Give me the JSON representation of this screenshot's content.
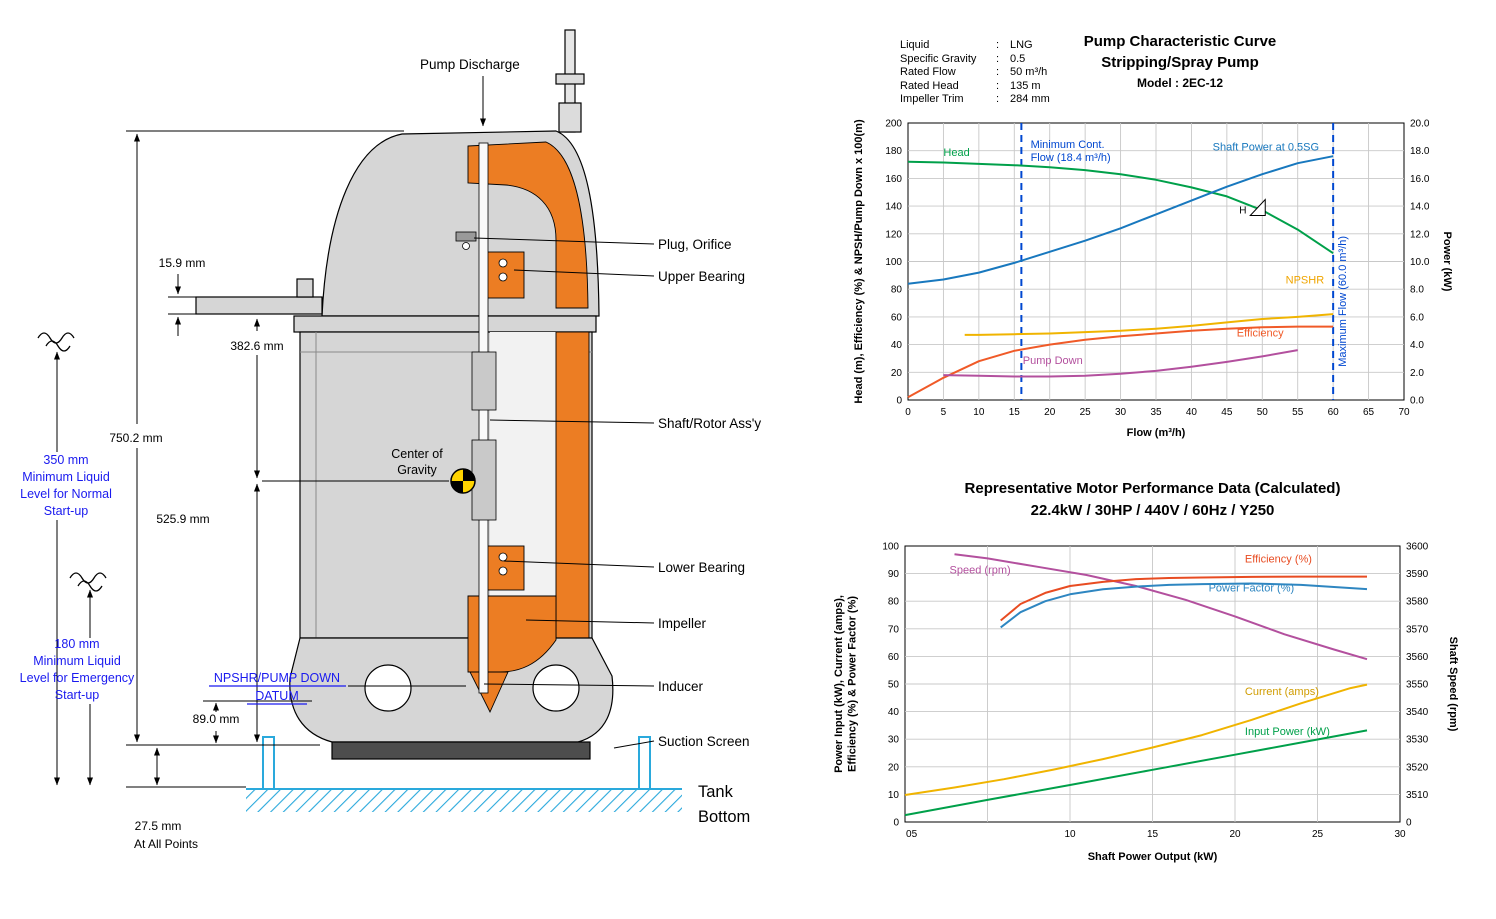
{
  "diagram": {
    "labels": {
      "pump_discharge": "Pump Discharge",
      "plug_orifice": "Plug, Orifice",
      "upper_bearing": "Upper Bearing",
      "shaft_rotor": "Shaft/Rotor Ass'y",
      "lower_bearing": "Lower Bearing",
      "impeller": "Impeller",
      "inducer": "Inducer",
      "suction_screen": "Suction Screen",
      "tank": "Tank",
      "bottom": "Bottom",
      "center_of": "Center of",
      "gravity": "Gravity"
    },
    "dimensions": {
      "plate": "15.9 mm",
      "dome_to_cg": "382.6 mm",
      "overall": "750.2 mm",
      "cg_to_datum": "525.9 mm",
      "inducer_to_datum": "89.0 mm",
      "clearance": "27.5 mm",
      "clearance_note": "At All Points"
    },
    "notes": {
      "normal": [
        "350 mm",
        "Minimum Liquid",
        "Level for Normal",
        "Start-up"
      ],
      "emergency": [
        "180 mm",
        "Minimum Liquid",
        "Level for Emergency",
        "Start-up"
      ],
      "datum_line1": "NPSHR/PUMP DOWN",
      "datum_line2": "DATUM"
    },
    "colors": {
      "body_grey": "#d6d6d6",
      "internals_orange": "#ec7d23",
      "ground_hatch_cyan": "#2aa9dc",
      "note_blue": "#1a1aef",
      "cog_yellow": "#ffd400"
    }
  },
  "chart_data": [
    {
      "id": "pump-curve",
      "type": "line",
      "title": "Pump Characteristic Curve",
      "subtitle": "Stripping/Spray Pump",
      "model": "Model : 2EC-12",
      "colon": ":",
      "info": [
        {
          "label": "Liquid",
          "value": "LNG"
        },
        {
          "label": "Specific Gravity",
          "value": "0.5"
        },
        {
          "label": "Rated Flow",
          "value": "50 m³/h"
        },
        {
          "label": "Rated Head",
          "value": "135 m"
        },
        {
          "label": "Impeller Trim",
          "value": "284 mm"
        }
      ],
      "xlabel": "Flow (m³/h)",
      "ylabel_left": [
        "Head (m), Efficiency (%) & NPSH/Pump Down x 100(m)"
      ],
      "ylabel_right": "Power (kW)",
      "xlim": [
        0,
        70
      ],
      "ylim_left": [
        0,
        200
      ],
      "ylim_right": [
        0,
        20
      ],
      "xticks": [
        0,
        5,
        10,
        15,
        20,
        25,
        30,
        35,
        40,
        45,
        50,
        55,
        60,
        65,
        70
      ],
      "yticks_left": [
        0,
        20,
        40,
        60,
        80,
        100,
        120,
        140,
        160,
        180,
        200
      ],
      "yticks_right": [
        {
          "v": 0,
          "l": "0.0"
        },
        {
          "v": 2,
          "l": "2.0"
        },
        {
          "v": 4,
          "l": "4.0"
        },
        {
          "v": 6,
          "l": "6.0"
        },
        {
          "v": 8,
          "l": "8.0"
        },
        {
          "v": 10,
          "l": "10.0"
        },
        {
          "v": 12,
          "l": "12.0"
        },
        {
          "v": 14,
          "l": "14.0"
        },
        {
          "v": 16,
          "l": "16.0"
        },
        {
          "v": 18,
          "l": "18.0"
        },
        {
          "v": 20,
          "l": "20.0"
        }
      ],
      "grid_x": [
        5,
        10,
        15,
        20,
        25,
        30,
        35,
        40,
        45,
        50,
        55,
        60,
        65
      ],
      "grid_y": [
        20,
        40,
        60,
        80,
        100,
        120,
        140,
        160,
        180
      ],
      "vlines": [
        {
          "x": 16,
          "color": "#0047d0",
          "label": "Minimum Cont. Flow (18.4 m³/h)"
        },
        {
          "x": 60,
          "color": "#0047d0",
          "label": "Maximum Flow (60.0 m³/h)"
        }
      ],
      "series": [
        {
          "name": "Head",
          "color": "#00a04a",
          "axis": "left",
          "x": [
            0,
            5,
            10,
            15,
            20,
            25,
            30,
            35,
            40,
            45,
            50,
            55,
            60
          ],
          "y": [
            172,
            171.5,
            170.5,
            169.5,
            168,
            166,
            163,
            159,
            153.5,
            147,
            137,
            123,
            106
          ]
        },
        {
          "name": "Shaft Power at 0.5SG",
          "color": "#1878be",
          "axis": "right",
          "x": [
            0,
            5,
            10,
            15,
            20,
            25,
            30,
            35,
            40,
            45,
            50,
            55,
            60
          ],
          "y": [
            8.4,
            8.7,
            9.2,
            9.9,
            10.7,
            11.5,
            12.4,
            13.4,
            14.4,
            15.4,
            16.3,
            17.1,
            17.6
          ]
        },
        {
          "name": "NPSHR",
          "color": "#f0b400",
          "axis": "left",
          "x": [
            8,
            10,
            15,
            20,
            25,
            30,
            35,
            40,
            45,
            50,
            55,
            60
          ],
          "y": [
            47,
            47,
            47.5,
            48,
            49,
            50,
            51.5,
            53.5,
            56,
            58.5,
            60,
            62
          ]
        },
        {
          "name": "Efficiency",
          "color": "#f05a28",
          "axis": "left",
          "x": [
            0,
            5,
            10,
            15,
            20,
            25,
            30,
            35,
            40,
            45,
            50,
            55,
            60
          ],
          "y": [
            2,
            16,
            28,
            35.5,
            40,
            43.5,
            46,
            48,
            50,
            51.5,
            52.5,
            53,
            53
          ]
        },
        {
          "name": "Pump Down",
          "color": "#b3509e",
          "axis": "left",
          "x": [
            5,
            10,
            15,
            20,
            25,
            30,
            35,
            40,
            45,
            50,
            55
          ],
          "y": [
            18,
            17.5,
            17,
            17,
            17.5,
            19,
            21,
            24,
            27.5,
            31.5,
            36
          ]
        }
      ],
      "annotations": [
        {
          "text": "Head",
          "x": 5,
          "y": 176,
          "color": "#00a04a"
        },
        {
          "lines": [
            "Minimum Cont.",
            "Flow (18.4 m³/h)"
          ],
          "x": 17.3,
          "y": 182,
          "color": "#0047d0"
        },
        {
          "text": "Shaft Power at 0.5SG",
          "x": 43,
          "y": 180,
          "color": "#1878be"
        },
        {
          "text": "NPSHR",
          "x": 53.3,
          "y": 84,
          "color": "#f0a500"
        },
        {
          "text": "Efficiency",
          "x": 46.4,
          "y": 46,
          "color": "#f05a28"
        },
        {
          "text": "Pump Down",
          "x": 16.2,
          "y": 26,
          "color": "#b3509e"
        },
        {
          "text": "Maximum Flow (60.0 m³/h)",
          "x": 61.8,
          "y": 24,
          "color": "#0047d0",
          "rotate": -90
        }
      ],
      "flags": [
        {
          "x": 48.3,
          "y": 139,
          "label": "H"
        }
      ]
    },
    {
      "id": "motor-performance",
      "type": "line",
      "title": "Representative Motor Performance Data (Calculated)",
      "subtitle": "22.4kW / 30HP / 440V / 60Hz / Y250",
      "xlabel": "Shaft Power Output (kW)",
      "ylabel_left": [
        "Power Input (kW), Current (amps),",
        "Efficiency (%) & Power Factor (%)"
      ],
      "ylabel_right": "Shaft Speed (rpm)",
      "xlim": [
        0,
        30
      ],
      "ylim_left": [
        0,
        100
      ],
      "ylim_right": [
        3500,
        3600
      ],
      "xticks": [
        {
          "v": 0.4,
          "l": "05"
        },
        {
          "v": 10,
          "l": "10"
        },
        {
          "v": 15,
          "l": "15"
        },
        {
          "v": 20,
          "l": "20"
        },
        {
          "v": 25,
          "l": "25"
        },
        {
          "v": 30,
          "l": "30"
        }
      ],
      "yticks_left": [
        0,
        10,
        20,
        30,
        40,
        50,
        60,
        70,
        80,
        90,
        100
      ],
      "yticks_right": [
        {
          "v": 3500,
          "l": "0"
        },
        {
          "v": 3510,
          "l": "3510"
        },
        {
          "v": 3520,
          "l": "3520"
        },
        {
          "v": 3530,
          "l": "3530"
        },
        {
          "v": 3540,
          "l": "3540"
        },
        {
          "v": 3550,
          "l": "3550"
        },
        {
          "v": 3560,
          "l": "3560"
        },
        {
          "v": 3570,
          "l": "3570"
        },
        {
          "v": 3580,
          "l": "3580"
        },
        {
          "v": 3590,
          "l": "3590"
        },
        {
          "v": 3600,
          "l": "3600"
        }
      ],
      "grid_x": [
        5,
        10,
        15,
        20,
        25
      ],
      "grid_y": [
        10,
        20,
        30,
        40,
        50,
        60,
        70,
        80,
        90
      ],
      "series": [
        {
          "name": "Speed (rpm)",
          "color": "#b3509e",
          "axis": "right",
          "x": [
            3,
            5,
            8,
            11,
            14,
            17,
            20,
            23,
            26,
            28
          ],
          "y": [
            3597,
            3595.5,
            3592.5,
            3589.5,
            3585.5,
            3580.5,
            3574.5,
            3568,
            3562.5,
            3559
          ]
        },
        {
          "name": "Efficiency (%)",
          "color": "#e84c22",
          "axis": "left",
          "x": [
            5.8,
            7,
            8.5,
            10,
            12,
            14,
            16,
            18,
            21,
            24,
            28
          ],
          "y": [
            73,
            79,
            83,
            85.5,
            87,
            88,
            88.4,
            88.6,
            88.8,
            88.9,
            88.9
          ]
        },
        {
          "name": "Power Factor (%)",
          "color": "#2e86c1",
          "axis": "left",
          "x": [
            5.8,
            7,
            8.5,
            10,
            12,
            14,
            16,
            18,
            21,
            24,
            28
          ],
          "y": [
            70.5,
            76,
            80,
            82.5,
            84.3,
            85.3,
            85.9,
            86.2,
            86.4,
            85.9,
            84.4
          ]
        },
        {
          "name": "Current (amps)",
          "color": "#f0b400",
          "axis": "left",
          "x": [
            0,
            3,
            6,
            9,
            12,
            15,
            18,
            21,
            24,
            27,
            28
          ],
          "y": [
            9.8,
            12.5,
            15.5,
            19,
            22.8,
            27,
            31.5,
            37,
            43,
            48.5,
            49.8
          ]
        },
        {
          "name": "Input Power (kW)",
          "color": "#00a04a",
          "axis": "left",
          "x": [
            0,
            5,
            10,
            15,
            20,
            25,
            28
          ],
          "y": [
            2.5,
            8,
            13.4,
            18.9,
            24.4,
            29.9,
            33.2
          ]
        }
      ],
      "annotations": [
        {
          "text": "Speed (rpm)",
          "x": 2.7,
          "y": 90,
          "color": "#b3509e"
        },
        {
          "text": "Efficiency (%)",
          "x": 20.6,
          "y": 94,
          "color": "#e84c22"
        },
        {
          "text": "Power Factor (%)",
          "x": 18.4,
          "y": 83.5,
          "color": "#2e86c1"
        },
        {
          "text": "Current (amps)",
          "x": 20.6,
          "y": 46,
          "color": "#d09c00"
        },
        {
          "text": "Input Power (kW)",
          "x": 20.6,
          "y": 31.5,
          "color": "#00a04a"
        }
      ]
    }
  ]
}
